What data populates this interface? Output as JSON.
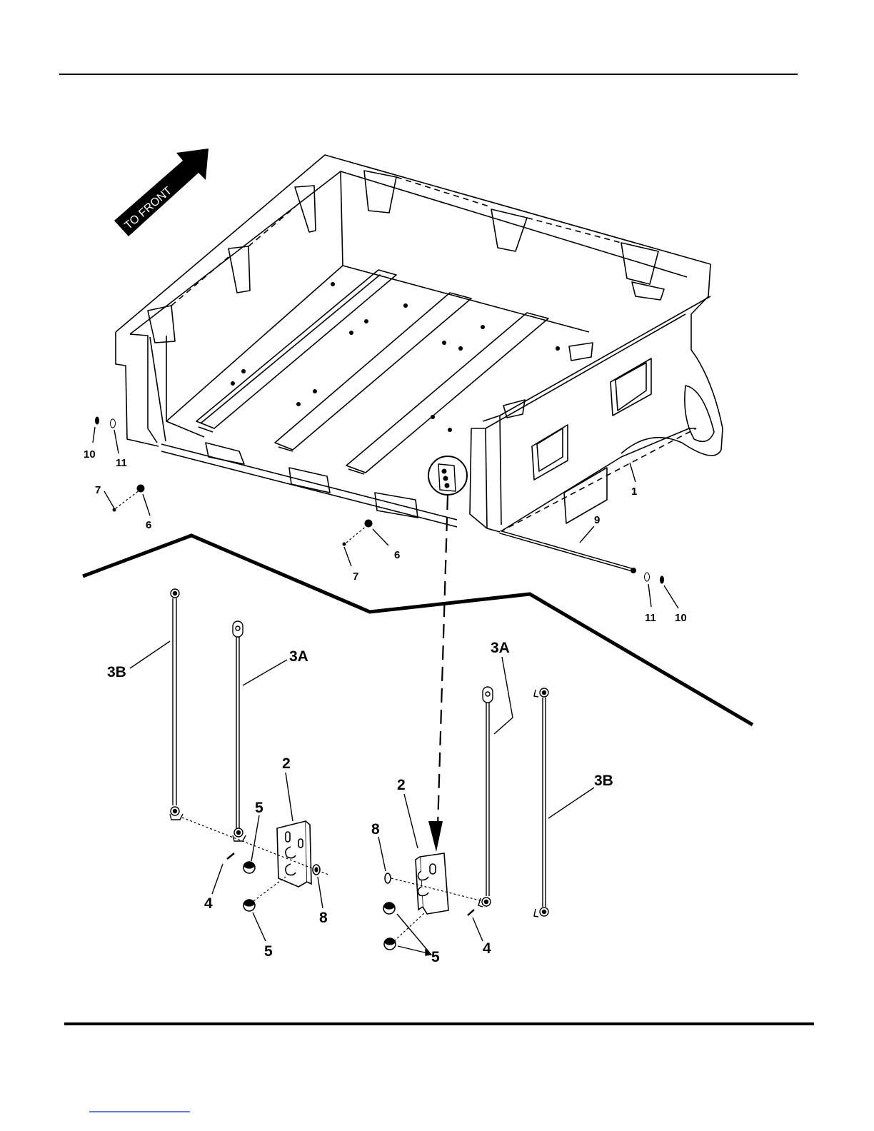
{
  "direction_label": "TO FRONT",
  "callouts": {
    "c1": "1",
    "c2_left": "2",
    "c2_right": "2",
    "c3a_left": "3A",
    "c3a_right": "3A",
    "c3b_left": "3B",
    "c3b_right": "3B",
    "c4_left": "4",
    "c4_right": "4",
    "c5_left_top": "5",
    "c5_left_bottom": "5",
    "c5_right": "5",
    "c6_left": "6",
    "c6_center": "6",
    "c7_left": "7",
    "c7_center": "7",
    "c8_left": "8",
    "c8_right": "8",
    "c9": "9",
    "c10_left": "10",
    "c10_right": "10",
    "c11_left": "11",
    "c11_right": "11"
  },
  "colors": {
    "ink": "#000000",
    "paper": "#ffffff",
    "footer_link": "#3355cc"
  }
}
